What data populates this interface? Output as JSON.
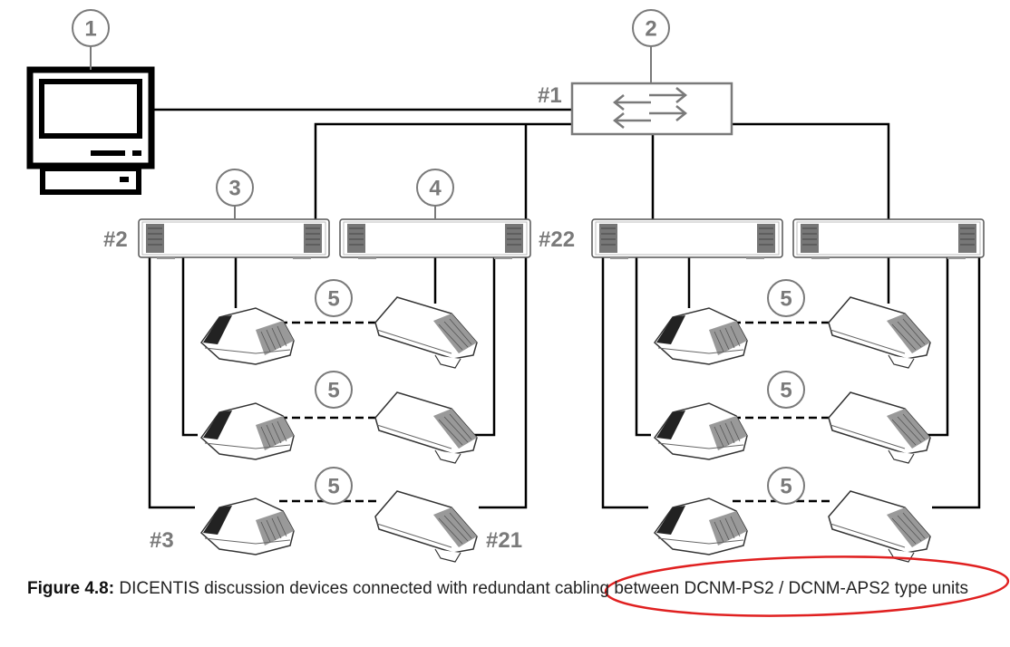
{
  "figure": {
    "callouts": {
      "computer": "1",
      "switch": "2",
      "power_supply_1": "3",
      "power_supply_2": "4",
      "device_row": "5"
    },
    "hash_labels": {
      "switch": "#1",
      "first_power_supply": "#2",
      "first_device": "#3",
      "last_device": "#21",
      "second_group_power_supply": "#22"
    },
    "icons": {
      "computer": "computer-icon",
      "switch": "network-switch-icon",
      "power_supply": "power-supply-unit-icon",
      "chairman_device": "discussion-device-icon",
      "delegate_device": "discussion-device-icon"
    },
    "annotation_color": "#e02020"
  },
  "caption": {
    "label": "Figure 4.8:",
    "text": " DICENTIS discussion devices connected with redundant cabling between DCNM-PS2 / DCNM-APS2 type units"
  }
}
